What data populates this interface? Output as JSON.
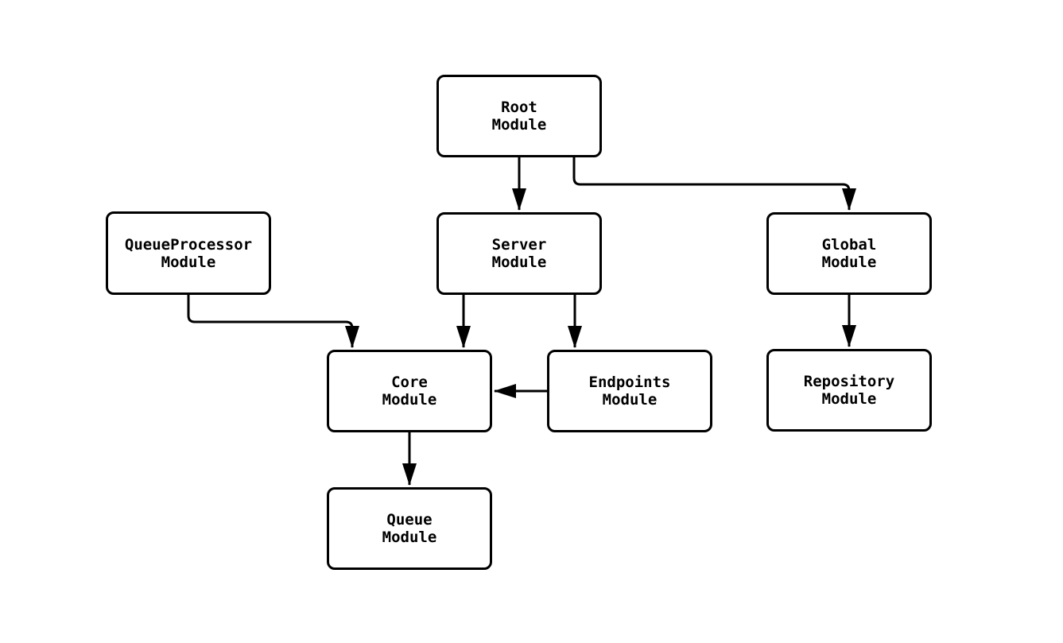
{
  "diagram": {
    "type": "flowchart",
    "background_color": "#ffffff",
    "node_fill_color": "#ffffff",
    "node_border_color": "#000000",
    "edge_color": "#000000",
    "text_color": "#000000",
    "nodes": [
      {
        "id": "root-module",
        "line1": "Root",
        "line2": "Module"
      },
      {
        "id": "server-module",
        "line1": "Server",
        "line2": "Module"
      },
      {
        "id": "global-module",
        "line1": "Global",
        "line2": "Module"
      },
      {
        "id": "queueprocessor-module",
        "line1": "QueueProcessor",
        "line2": "Module"
      },
      {
        "id": "core-module",
        "line1": "Core",
        "line2": "Module"
      },
      {
        "id": "endpoints-module",
        "line1": "Endpoints",
        "line2": "Module"
      },
      {
        "id": "repository-module",
        "line1": "Repository",
        "line2": "Module"
      },
      {
        "id": "queue-module",
        "line1": "Queue",
        "line2": "Module"
      }
    ],
    "edges": [
      {
        "from": "Root Module",
        "to": "Server Module"
      },
      {
        "from": "Root Module",
        "to": "Global Module"
      },
      {
        "from": "QueueProcessor Module",
        "to": "Core Module"
      },
      {
        "from": "Server Module",
        "to": "Core Module"
      },
      {
        "from": "Server Module",
        "to": "Endpoints Module"
      },
      {
        "from": "Endpoints Module",
        "to": "Core Module"
      },
      {
        "from": "Global Module",
        "to": "Repository Module"
      },
      {
        "from": "Core Module",
        "to": "Queue Module"
      }
    ]
  }
}
